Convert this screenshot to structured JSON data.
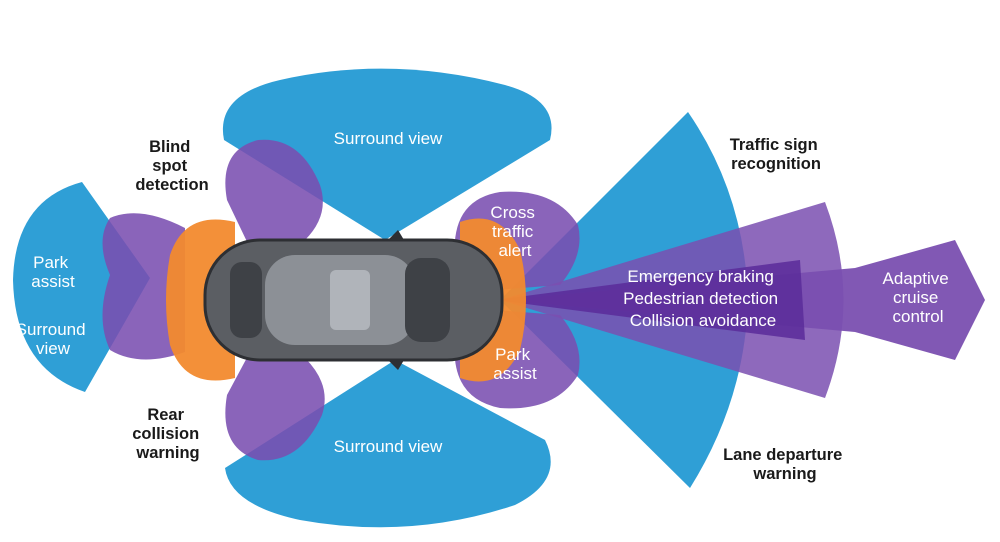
{
  "colors": {
    "blue": "#2f9fd6",
    "purple": "#7a4fb0",
    "deep_purple": "#5a2b9a",
    "orange": "#f28a2e",
    "text_dark": "#1a1a1a",
    "text_light": "#ffffff"
  },
  "labels": {
    "surround_view_top": [
      "Surround view"
    ],
    "surround_view_bottom": [
      "Surround view"
    ],
    "blind_spot": [
      "Blind",
      "spot",
      "detection"
    ],
    "park_assist_rear": [
      "Park",
      "assist"
    ],
    "surround_view_rear": [
      "Surround",
      "view"
    ],
    "rear_collision": [
      "Rear",
      "collision",
      "warning"
    ],
    "cross_traffic": [
      "Cross",
      "traffic",
      "alert"
    ],
    "park_assist_front": [
      "Park",
      "assist"
    ],
    "emergency": [
      "Emergency braking",
      "Pedestrian detection",
      "Collision avoidance"
    ],
    "traffic_sign": [
      "Traffic sign",
      "recognition"
    ],
    "lane_departure": [
      "Lane departure",
      "warning"
    ],
    "acc": [
      "Adaptive",
      "cruise",
      "control"
    ]
  }
}
